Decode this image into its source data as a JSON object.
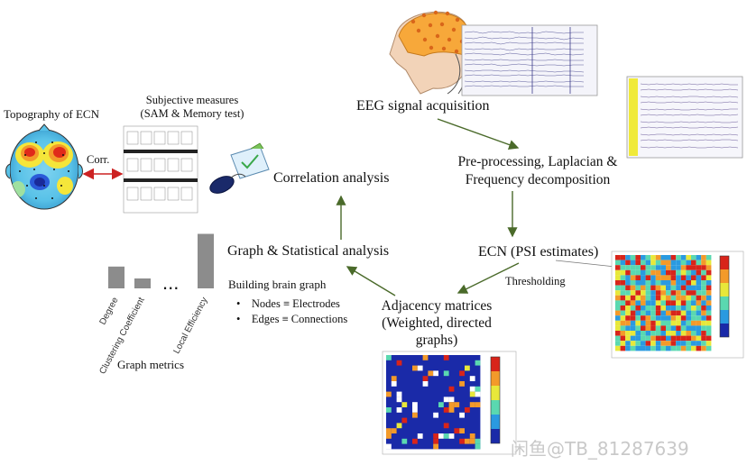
{
  "labels": {
    "eeg_acquisition": "EEG signal acquisition",
    "preprocessing_line1": "Pre-processing, Laplacian &",
    "preprocessing_line2": "Frequency decomposition",
    "ecn": "ECN (PSI estimates)",
    "thresholding": "Thresholding",
    "adjacency_line1": "Adjacency matrices",
    "adjacency_line2": "(Weighted, directed",
    "adjacency_line3": "graphs)",
    "graph_stat": "Graph & Statistical analysis",
    "correlation": "Correlation analysis",
    "topography": "Topography  of ECN",
    "corr": "Corr.",
    "subjective_line1": "Subjective measures",
    "subjective_line2": "(SAM & Memory test)",
    "building": "Building brain graph",
    "bullet_nodes": "Nodes ≡ Electrodes",
    "bullet_edges": "Edges ≡ Connections",
    "graph_metrics": "Graph metrics",
    "metric_degree": "Degree",
    "metric_clustering": "Clustering Coefficient",
    "metric_local_eff": "Local Efficiency",
    "ellipsis": "...",
    "watermark": "闲鱼@TB_81287639"
  },
  "bullet": "•",
  "colors": {
    "arrow": "#4a6a2a",
    "corr_arrow": "#cc2222",
    "bar": "#8c8c8c"
  },
  "graph_metrics_bars": {
    "type": "bar",
    "categories": [
      "Degree",
      "Clustering Coefficient",
      "Local Efficiency"
    ],
    "values": [
      2.2,
      1.0,
      5.5
    ]
  }
}
